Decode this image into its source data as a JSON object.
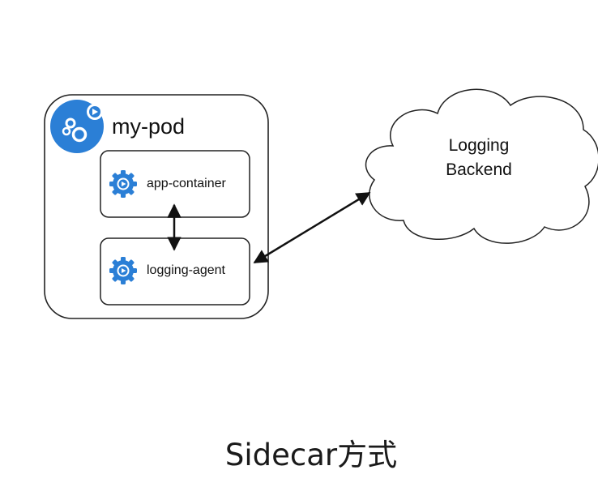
{
  "pod": {
    "title": "my-pod",
    "icon": "kubernetes-pod-icon"
  },
  "containers": [
    {
      "label": "app-container",
      "icon": "container-gear-icon"
    },
    {
      "label": "logging-agent",
      "icon": "container-gear-icon"
    }
  ],
  "backend": {
    "line1": "Logging",
    "line2": "Backend"
  },
  "caption": "Sidecar方式",
  "colors": {
    "accent": "#2b7fd6",
    "stroke": "#222222"
  }
}
